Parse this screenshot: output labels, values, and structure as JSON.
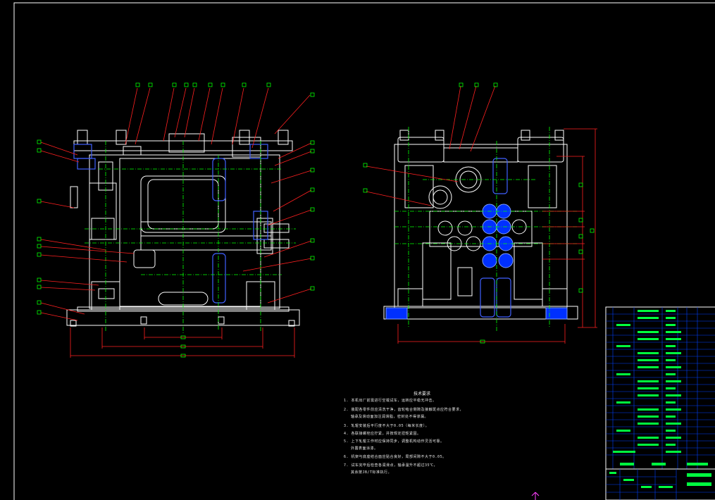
{
  "drawing": {
    "colors": {
      "outline": "#ffffff",
      "centerline": "#00ff00",
      "leader": "#ff2020",
      "hidden": "#4060ff",
      "fill_blue": "#0040ff",
      "dimension": "#ff2020",
      "cursor": "#ff40ff"
    },
    "balloon_count_left": 28,
    "balloon_count_right": 12
  },
  "notes": {
    "title": "技术要求",
    "lines": [
      "1. 本机出厂前需进行空载试车，运转应平稳无冲击。",
      "2. 装配各零件前应清洗干净，齿轮啮合侧隙及接触斑点应符合要求，",
      "   轴承及滑动面加注润滑脂，密封处不得渗漏。",
      "3. 轧辊安装后平行度不大于0.05（每米长度）。",
      "4. 各联接螺栓应拧紧，并按规定扭矩紧固。",
      "5. 上下轧辊工作时应保持同步，调整机构动作灵活可靠。",
      "   外露表面涂漆。",
      "6. 机架与底座结合面应贴合良好，局部间隙不大于0.05。",
      "7. 试车完毕后检查各润滑点，轴承温升不超过35℃，",
      "   其余按JB/T标准执行。"
    ]
  }
}
